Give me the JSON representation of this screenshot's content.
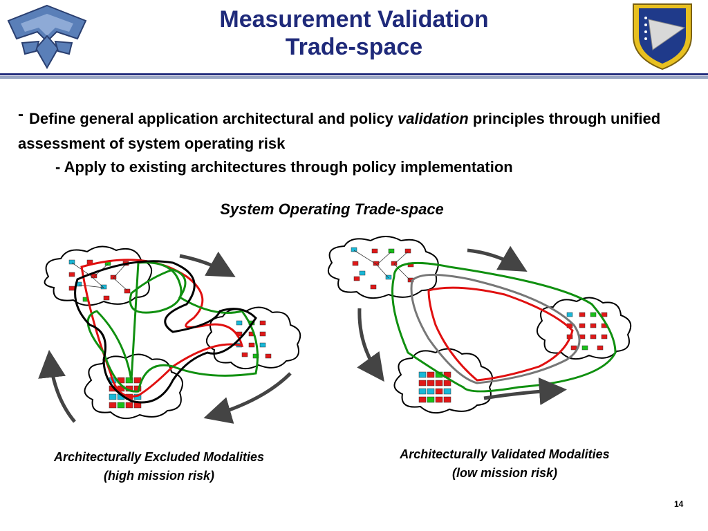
{
  "header": {
    "title_line1": "Measurement Validation",
    "title_line2": "Trade-space"
  },
  "body": {
    "bullet_dash": "-",
    "bullet_text_part1": "Define general application architectural and policy ",
    "bullet_italic": "validation",
    "bullet_text_part2": " principles through unified assessment of system operating risk",
    "sub_bullet": "- Apply to existing architectures through policy implementation"
  },
  "diagram": {
    "title": "System Operating Trade-space",
    "left_caption_line1": "Architecturally Excluded Modalities",
    "left_caption_line2": "(high mission risk)",
    "right_caption_line1": "Architecturally Validated Modalities",
    "right_caption_line2": "(low mission risk)"
  },
  "colors": {
    "title_blue": "#1f2a7a",
    "path_red": "#e01010",
    "path_green": "#109010",
    "path_black": "#000000",
    "path_gray": "#777777",
    "arrow_gray": "#444444",
    "piece_red": "#e01818",
    "piece_cyan": "#18b8d8",
    "piece_green": "#18c018"
  },
  "footer": {
    "page_number": "14"
  }
}
